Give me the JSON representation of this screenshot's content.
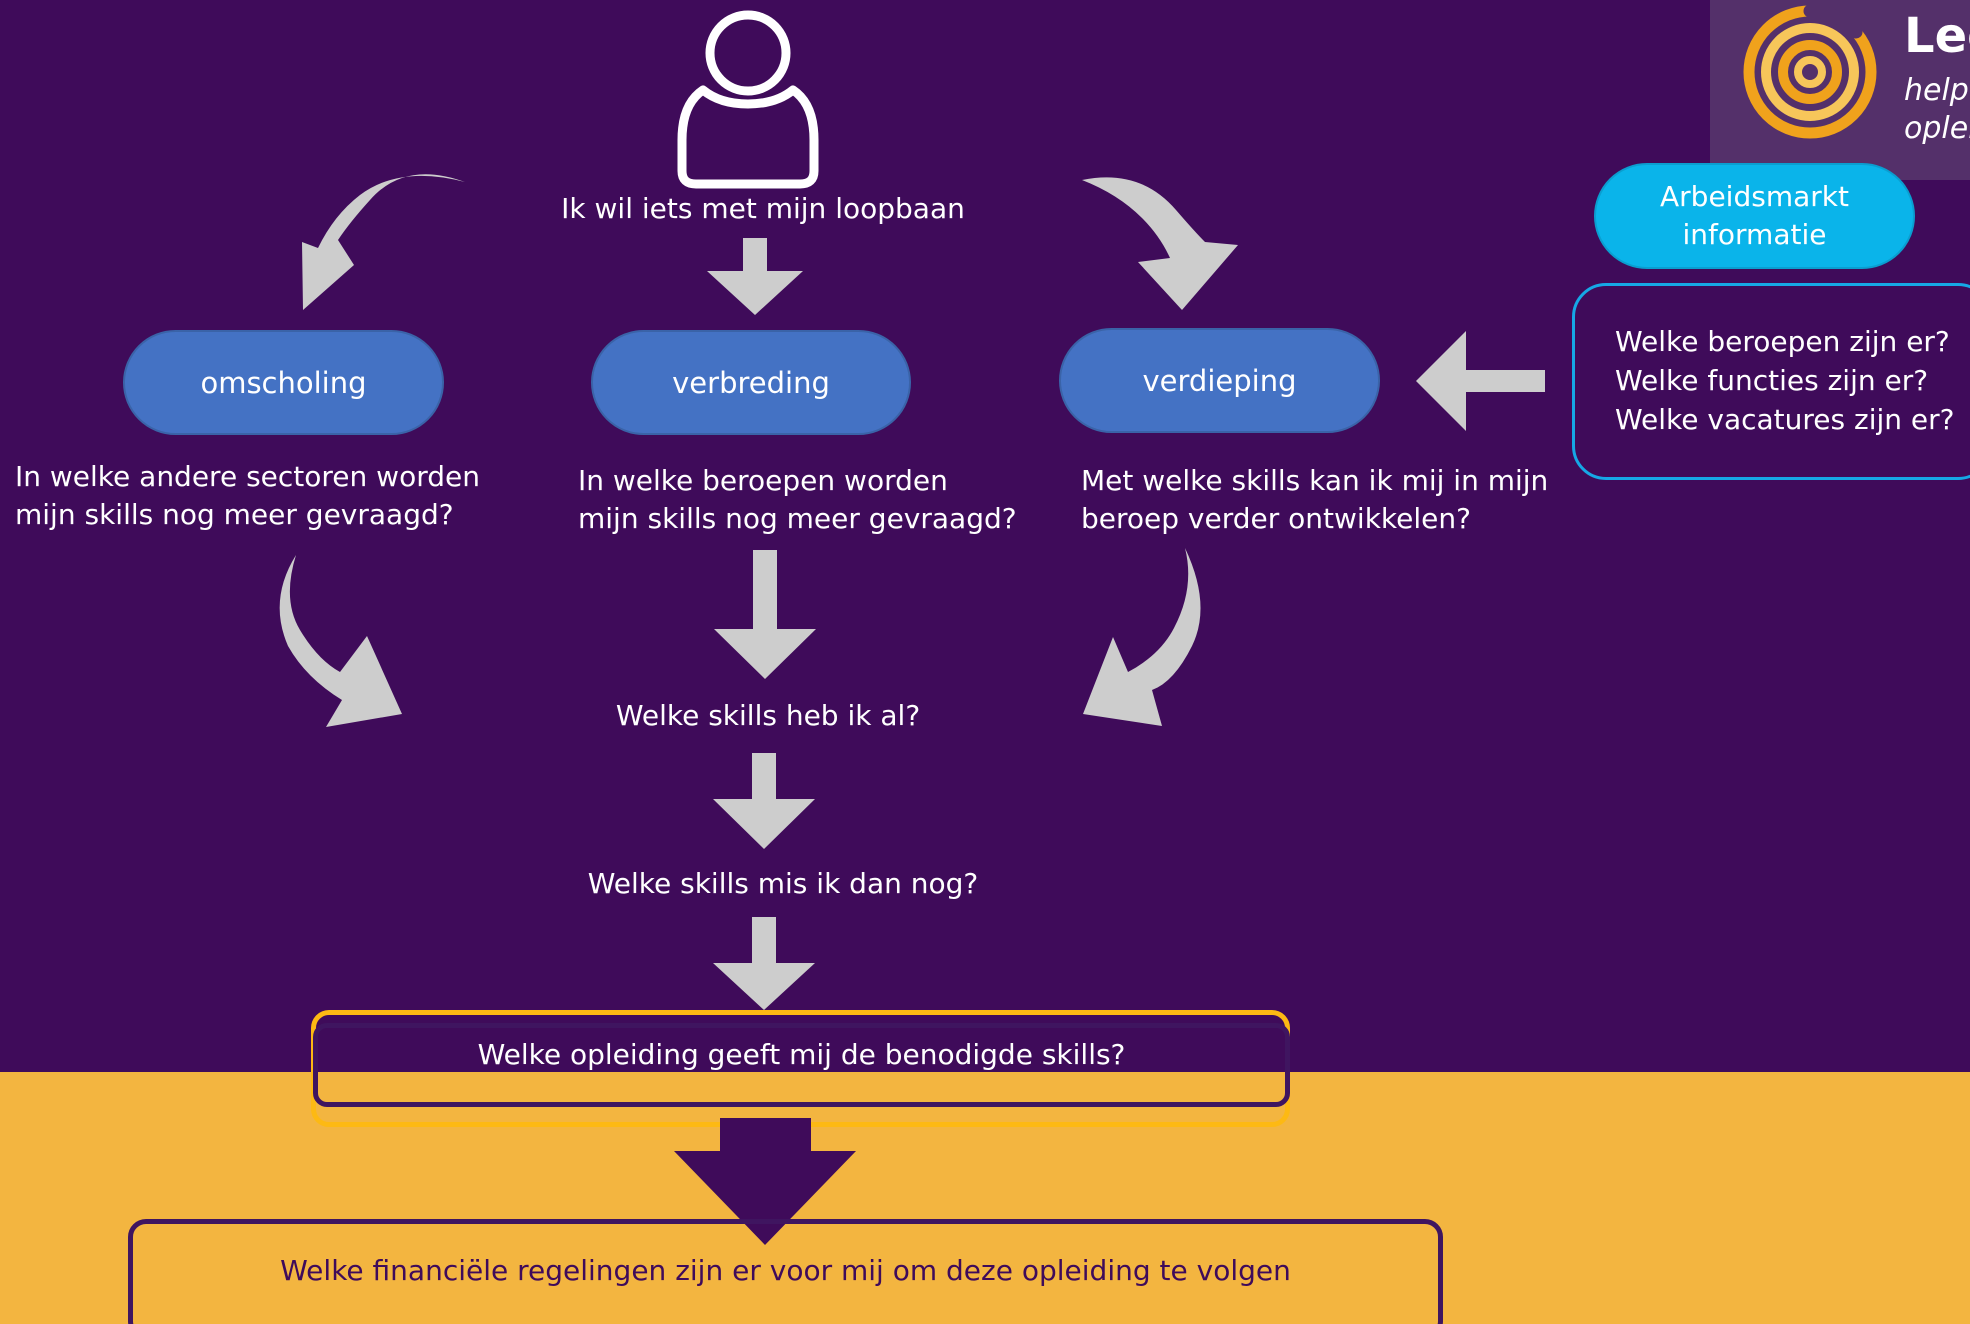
{
  "brand": {
    "title": "Lee",
    "subtitle_line1": "helpt",
    "subtitle_line2": "opleid"
  },
  "top": {
    "question": "Ik wil iets met mijn loopbaan"
  },
  "pills": {
    "omscholing": "omscholing",
    "verbreding": "verbreding",
    "verdieping": "verdieping",
    "arbeidsmarkt_line1": "Arbeidsmarkt",
    "arbeidsmarkt_line2": "informatie"
  },
  "questions": {
    "omscholing_line1": "In welke andere sectoren worden",
    "omscholing_line2": "mijn skills nog meer gevraagd?",
    "verbreding_line1": "In welke beroepen worden",
    "verbreding_line2": "mijn skills nog meer gevraagd?",
    "verdieping_line1": "Met welke skills kan ik mij in mijn",
    "verdieping_line2": "beroep verder ontwikkelen?",
    "skills_have": "Welke skills heb ik al?",
    "skills_missing": "Welke skills mis ik dan nog?",
    "education": "Welke opleiding geeft mij de benodigde skills?",
    "financial": "Welke financiële regelingen zijn er voor mij om deze opleiding te volgen"
  },
  "info": {
    "line1": "Welke beroepen zijn er?",
    "line2": "Welke functies zijn er?",
    "line3": "Welke vacatures zijn er?"
  },
  "colors": {
    "background_top": "#3f0b5a",
    "background_bottom": "#f3b540",
    "pill_blue": "#4472c4",
    "pill_cyan": "#0ab4ea",
    "arrow_grey": "#cdcdcd",
    "accent_yellow": "#fdb913"
  },
  "icons": {
    "person": "person-outline-icon",
    "logo": "concentric-circles-logo"
  }
}
